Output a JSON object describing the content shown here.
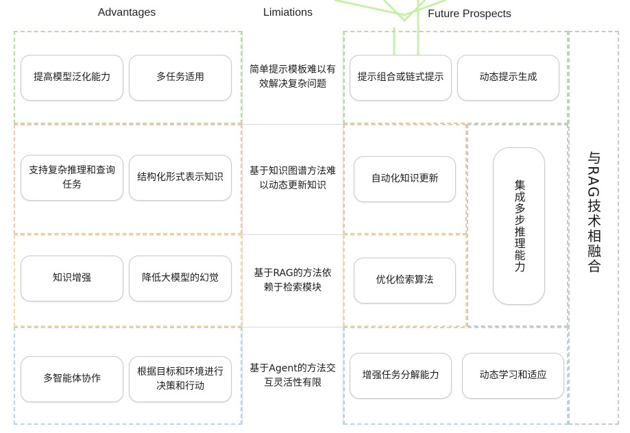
{
  "headers": {
    "advantages": "Advantages",
    "limitations": "Limiations",
    "future": "Future Prospects"
  },
  "rows": [
    {
      "advantages": [
        "提高模型泛化能力",
        "多任务适用"
      ],
      "limitation": "简单提示模板难以有效解决复杂问题",
      "future": [
        "提示组合或链式提示",
        "动态提示生成"
      ],
      "color": "#b5dea0"
    },
    {
      "advantages": [
        "支持复杂推理和查询任务",
        "结构化形式表示知识"
      ],
      "limitation": "基于知识图谱方法难以动态更新知识",
      "future": [
        "自动化知识更新"
      ],
      "color": "#f2c6a8"
    },
    {
      "advantages": [
        "知识增强",
        "降低大模型的幻觉"
      ],
      "limitation": "基于RAG的方法依赖于检索模块",
      "future": [
        "优化检索算法"
      ],
      "color": "#f5dc96"
    },
    {
      "advantages": [
        "多智能体协作",
        "根据目标和环境进行决策和行动"
      ],
      "limitation": "基于Agent的方法交互灵活性有限",
      "future": [
        "增强任务分解能力",
        "动态学习和适应"
      ],
      "color": "#b9d3ea"
    }
  ],
  "shared_future": "集成多步推理能力",
  "rag_fusion": "与RAG技术相融合",
  "colors": {
    "green": "#b5dea0",
    "peach": "#f2c6a8",
    "yellow": "#f5dc96",
    "blue": "#b9d3ea",
    "gray": "#c8c8c8",
    "bright_green": "#c6f0a8"
  }
}
